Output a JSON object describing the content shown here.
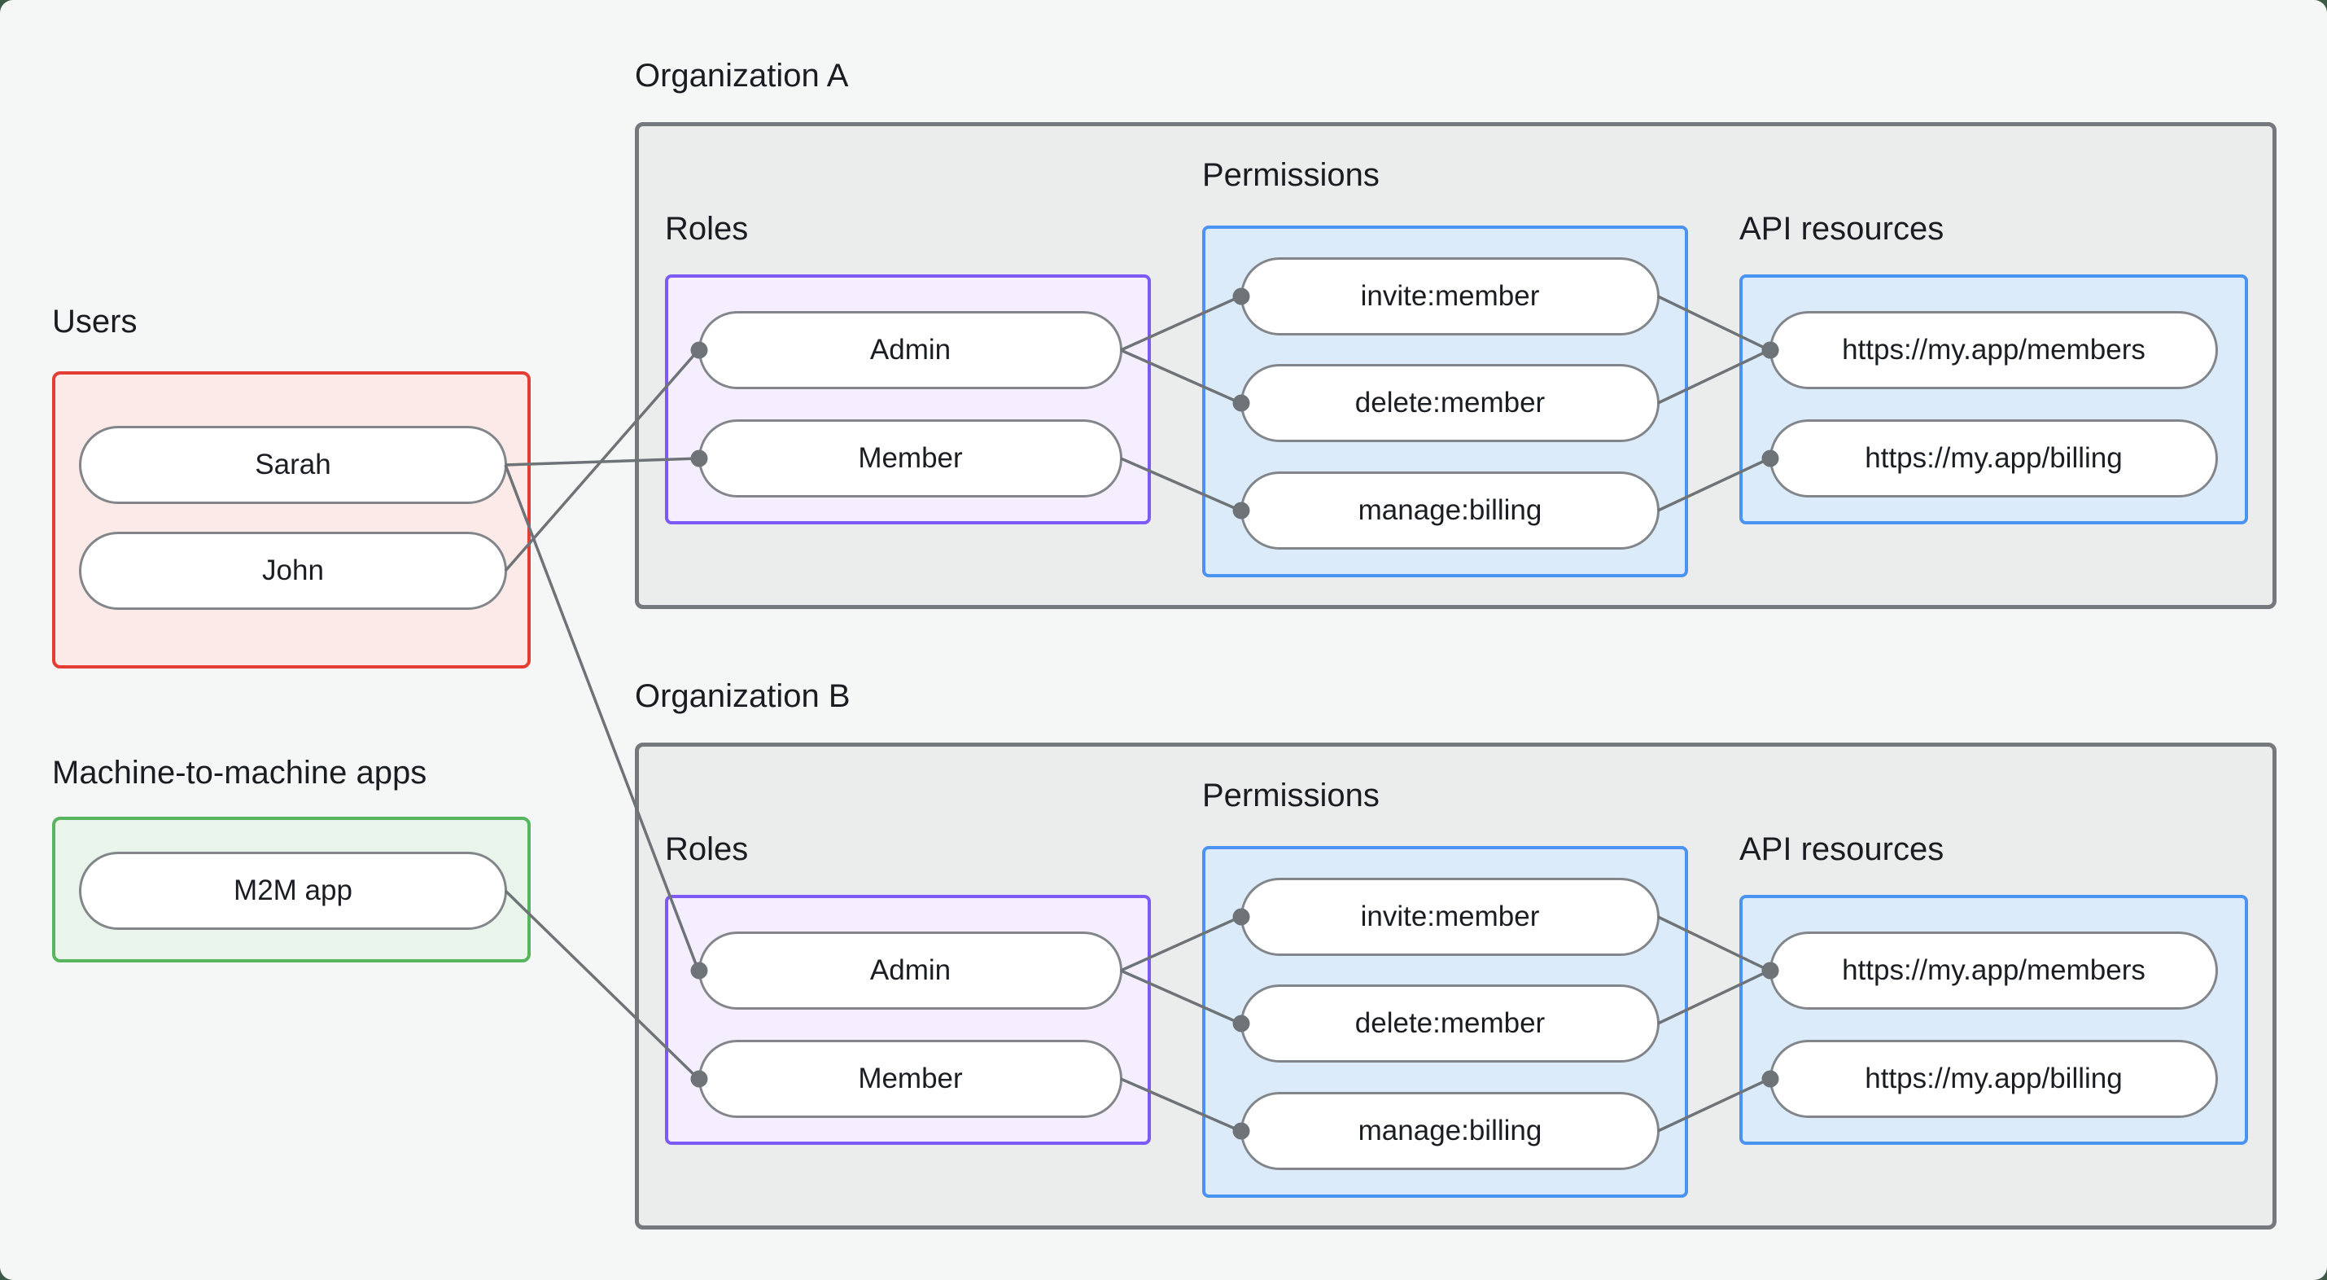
{
  "page": {
    "background": "#f5f7f6",
    "outer_background": "#3d5a47",
    "line_color": "#6e7377",
    "accent_colors": {
      "users_border": "#e43d33",
      "m2m_border": "#58b55f",
      "roles_border": "#7d59f5",
      "permissions_border": "#4b93f0",
      "org_box_border": "#75797d"
    }
  },
  "groups": {
    "users": {
      "label": "Users",
      "nodes": [
        {
          "id": "user-sarah",
          "label": "Sarah"
        },
        {
          "id": "user-john",
          "label": "John"
        }
      ]
    },
    "m2m": {
      "label": "Machine-to-machine apps",
      "nodes": [
        {
          "id": "m2m-app",
          "label": "M2M app"
        }
      ]
    },
    "orgA": {
      "title": "Organization A",
      "roles_label": "Roles",
      "permissions_label": "Permissions",
      "api_label": "API resources",
      "roles": [
        {
          "id": "a-admin",
          "label": "Admin"
        },
        {
          "id": "a-member",
          "label": "Member"
        }
      ],
      "permissions": [
        {
          "id": "a-invite",
          "label": "invite:member"
        },
        {
          "id": "a-delete",
          "label": "delete:member"
        },
        {
          "id": "a-manage",
          "label": "manage:billing"
        }
      ],
      "resources": [
        {
          "id": "a-members",
          "label": "https://my.app/members"
        },
        {
          "id": "a-billing",
          "label": "https://my.app/billing"
        }
      ]
    },
    "orgB": {
      "title": "Organization B",
      "roles_label": "Roles",
      "permissions_label": "Permissions",
      "api_label": "API resources",
      "roles": [
        {
          "id": "b-admin",
          "label": "Admin"
        },
        {
          "id": "b-member",
          "label": "Member"
        }
      ],
      "permissions": [
        {
          "id": "b-invite",
          "label": "invite:member"
        },
        {
          "id": "b-delete",
          "label": "delete:member"
        },
        {
          "id": "b-manage",
          "label": "manage:billing"
        }
      ],
      "resources": [
        {
          "id": "b-members",
          "label": "https://my.app/members"
        },
        {
          "id": "b-billing",
          "label": "https://my.app/billing"
        }
      ]
    }
  },
  "edges": [
    {
      "from": "user-john",
      "to": "a-admin"
    },
    {
      "from": "user-sarah",
      "to": "a-member"
    },
    {
      "from": "user-sarah",
      "to": "b-admin"
    },
    {
      "from": "m2m-app",
      "to": "b-member"
    },
    {
      "from": "a-admin",
      "to": "a-invite"
    },
    {
      "from": "a-admin",
      "to": "a-delete"
    },
    {
      "from": "a-member",
      "to": "a-manage"
    },
    {
      "from": "a-invite",
      "to": "a-members"
    },
    {
      "from": "a-delete",
      "to": "a-members"
    },
    {
      "from": "a-manage",
      "to": "a-billing"
    },
    {
      "from": "b-admin",
      "to": "b-invite"
    },
    {
      "from": "b-admin",
      "to": "b-delete"
    },
    {
      "from": "b-member",
      "to": "b-manage"
    },
    {
      "from": "b-invite",
      "to": "b-members"
    },
    {
      "from": "b-delete",
      "to": "b-members"
    },
    {
      "from": "b-manage",
      "to": "b-billing"
    }
  ]
}
